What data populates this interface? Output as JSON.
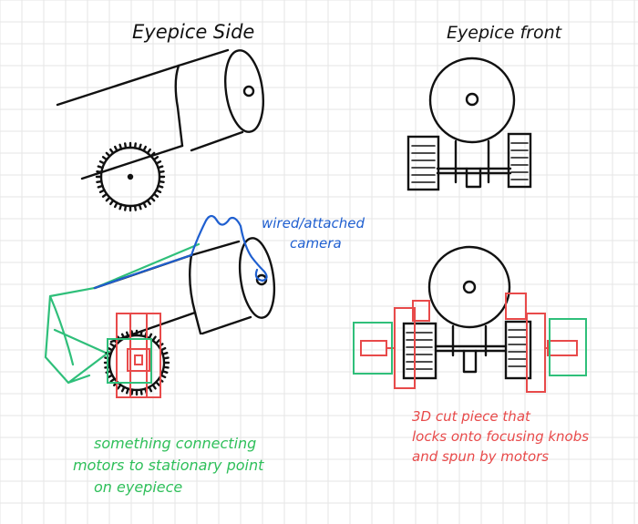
{
  "titles": {
    "side": "Eyepice Side",
    "front": "Eyepice front"
  },
  "annotations": {
    "camera": [
      "wired/attached",
      "camera"
    ],
    "connecting": [
      "something connecting",
      "motors to stationary point",
      "on eyepiece"
    ],
    "cut_piece": [
      "3D cut piece that",
      "locks onto focusing knobs",
      "and spun by motors"
    ]
  },
  "colors": {
    "ink": "#111111",
    "grid": "#e6e6e6",
    "camera_blue": "#1f5fd0",
    "motor_red": "#e84a4a",
    "connector_green": "#2fbf7a",
    "connector_text_green": "#2fbf5a"
  },
  "icons": {
    "gear": "gear-knob-icon",
    "motor": "motor-box-icon",
    "camera": "camera-cable-icon"
  }
}
